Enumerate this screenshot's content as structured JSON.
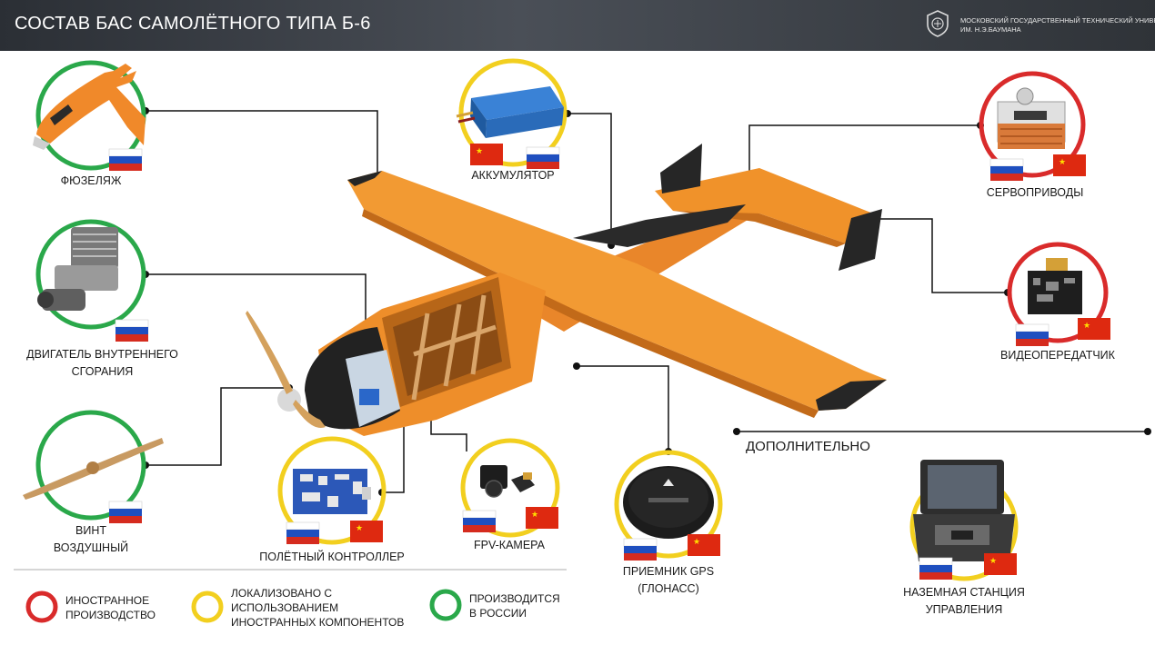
{
  "header": {
    "title": "СОСТАВ БАС САМОЛЁТНОГО ТИПА Б-6",
    "university_line1": "МОСКОВСКИЙ ГОСУДАРСТВЕННЫЙ ТЕХНИЧЕСКИЙ УНИВЕРСИТЕТ",
    "university_line2": "ИМ. Н.Э.БАУМАНА"
  },
  "colors": {
    "foreign": "#d92b2b",
    "localized": "#f2cf1f",
    "russia": "#2aa84a",
    "airframe": "#f0922a"
  },
  "components": [
    {
      "id": "fuselage",
      "label": "ФЮЗЕЛЯЖ",
      "status": "russia",
      "flags": [
        "ru"
      ],
      "icon": "fuselage-icon"
    },
    {
      "id": "engine",
      "label": "ДВИГАТЕЛЬ ВНУТРЕННЕГО\nСГОРАНИЯ",
      "status": "russia",
      "flags": [
        "ru"
      ],
      "icon": "engine-icon"
    },
    {
      "id": "propeller",
      "label": "ВИНТ\nВОЗДУШНЫЙ",
      "status": "russia",
      "flags": [
        "ru"
      ],
      "icon": "propeller-icon"
    },
    {
      "id": "flight_controller",
      "label": "ПОЛЁТНЫЙ КОНТРОЛЛЕР",
      "status": "localized",
      "flags": [
        "ru",
        "cn"
      ],
      "icon": "flight-controller-icon"
    },
    {
      "id": "fpv_camera",
      "label": "FPV-КАМЕРА",
      "status": "localized",
      "flags": [
        "ru",
        "cn"
      ],
      "icon": "camera-icon"
    },
    {
      "id": "battery",
      "label": "АККУМУЛЯТОР",
      "status": "localized",
      "flags": [
        "cn",
        "ru"
      ],
      "icon": "battery-icon"
    },
    {
      "id": "gps",
      "label": "ПРИЕМНИК GPS\n(ГЛОНАСС)",
      "status": "localized",
      "flags": [
        "ru",
        "cn"
      ],
      "icon": "gps-icon"
    },
    {
      "id": "servos",
      "label": "СЕРВОПРИВОДЫ",
      "status": "foreign",
      "flags": [
        "ru",
        "cn"
      ],
      "icon": "servo-icon"
    },
    {
      "id": "video_tx",
      "label": "ВИДЕОПЕРЕДАТЧИК",
      "status": "foreign",
      "flags": [
        "ru",
        "cn"
      ],
      "icon": "video-transmitter-icon"
    },
    {
      "id": "ground_station",
      "label": "НАЗЕМНАЯ СТАНЦИЯ\nУПРАВЛЕНИЯ",
      "status": "localized",
      "flags": [
        "ru",
        "cn"
      ],
      "icon": "ground-station-icon"
    }
  ],
  "additional_label": "ДОПОЛНИТЕЛЬНО",
  "legend": [
    {
      "status": "foreign",
      "text": "ИНОСТРАННОЕ\nПРОИЗВОДСТВО"
    },
    {
      "status": "localized",
      "text": "ЛОКАЛИЗОВАНО С\nИСПОЛЬЗОВАНИЕМ\nИНОСТРАННЫХ КОМПОНЕНТОВ"
    },
    {
      "status": "russia",
      "text": "ПРОИЗВОДИТСЯ\nВ РОССИИ"
    }
  ]
}
